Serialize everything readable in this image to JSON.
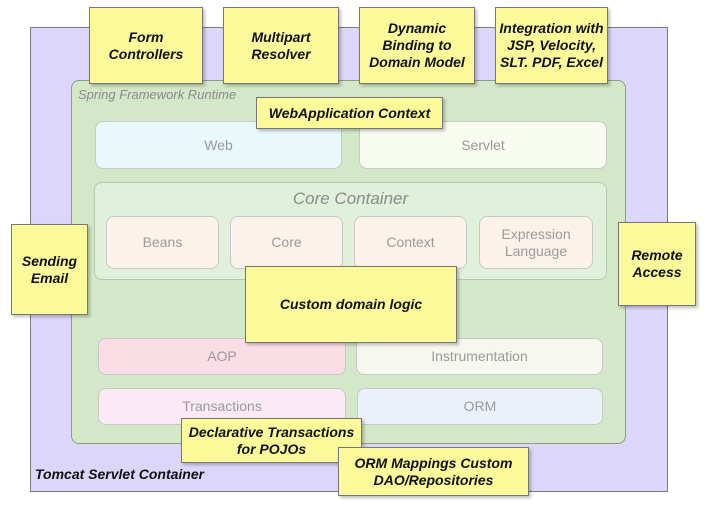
{
  "containers": {
    "tomcat_label": "Tomcat Servlet Container",
    "runtime_label": "Spring Framework Runtime",
    "core_title": "Core Container"
  },
  "modules": {
    "web": "Web",
    "servlet": "Servlet",
    "beans": "Beans",
    "core": "Core",
    "context": "Context",
    "expression_language": "Expression Language",
    "aop": "AOP",
    "instrumentation": "Instrumentation",
    "transactions": "Transactions",
    "orm": "ORM"
  },
  "notes": {
    "form_controllers": "Form Controllers",
    "multipart_resolver": "Multipart Resolver",
    "dynamic_binding": "Dynamic Binding to Domain Model",
    "integration": "Integration with JSP, Velocity, SLT. PDF, Excel",
    "webapp_context": "WebApplication Context",
    "sending_email": "Sending Email",
    "remote_access": "Remote Access",
    "custom_logic": "Custom domain logic",
    "declarative_tx": "Declarative Transactions for POJOs",
    "orm_mappings": "ORM Mappings Custom DAO/Repositories"
  },
  "colors": {
    "tomcat_bg": "#dcd6fb",
    "runtime_bg": "#d3e8c8",
    "note_bg": "#fbf99a"
  }
}
